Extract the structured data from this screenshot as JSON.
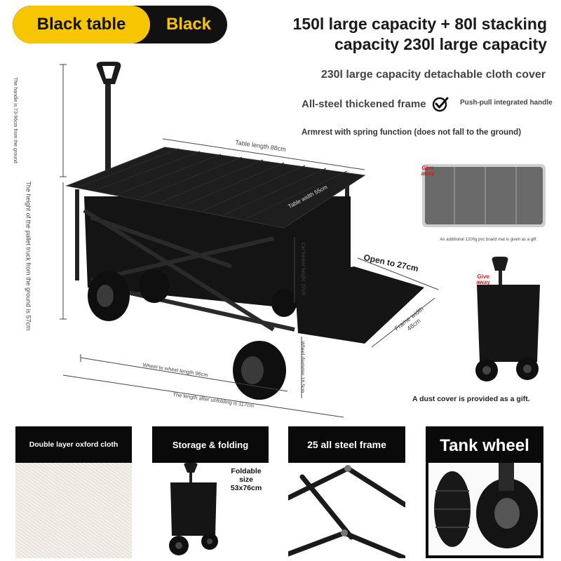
{
  "badge": {
    "left": "Black table",
    "right": "Black"
  },
  "headline": {
    "line1": "150l large capacity + 80l stacking",
    "line2": "capacity 230l large capacity"
  },
  "features": {
    "cover": "230l large capacity detachable cloth cover",
    "frame": "All-steel thickened frame",
    "handle": "Push-pull integrated handle",
    "armrest": "Armrest with spring function (does not fall to the ground)"
  },
  "dimensions": {
    "handle_height": "The handle is 73-96cm from the ground",
    "pallet_height": "The height of the pallet truck from the ground is 57cm",
    "table_length": "Table length 88cm",
    "table_width": "Table width 55cm",
    "basket_height": "Car basket height: 27cm",
    "open": "Open to 27cm",
    "frame_width": "Frame width 48cm",
    "wheel_diameter": "Wheel diameter 16.5cm",
    "wheelbase": "Wheel to wheel length 96cm",
    "unfolded_length": "The length after unfolding is 117cm"
  },
  "gifts": {
    "give_away": "Give away",
    "mat_caption": "An additional 1200g pvc board mat is given as a gift",
    "dust_caption": "A dust cover is provided as a gift."
  },
  "panels": [
    {
      "title": "Double layer oxford cloth"
    },
    {
      "title": "Storage & folding",
      "note": "Foldable size 53x76cm"
    },
    {
      "title": "25 all steel frame"
    },
    {
      "title": "Tank wheel"
    }
  ],
  "colors": {
    "accent": "#f7c600",
    "dark": "#111111",
    "cart": "#1b1b1b"
  }
}
